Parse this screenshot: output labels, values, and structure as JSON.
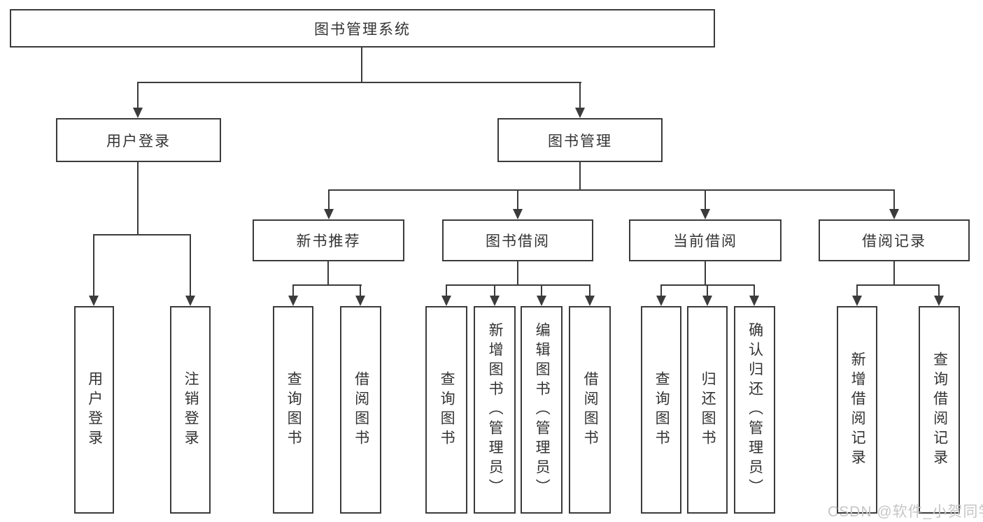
{
  "tree": {
    "root": "图书管理系统",
    "level2": [
      {
        "label": "用户登录",
        "children": [
          "用户登录",
          "注销登录"
        ]
      },
      {
        "label": "图书管理"
      }
    ],
    "level3": [
      {
        "label": "新书推荐",
        "children": [
          "查询图书",
          "借阅图书"
        ]
      },
      {
        "label": "图书借阅",
        "children": [
          "查询图书",
          "新增图书（管理员）",
          "编辑图书（管理员）",
          "借阅图书"
        ]
      },
      {
        "label": "当前借阅",
        "children": [
          "查询图书",
          "归还图书",
          "确认归还（管理员）"
        ]
      },
      {
        "label": "借阅记录",
        "children": [
          "新增借阅记录",
          "查询借阅记录"
        ]
      }
    ]
  },
  "watermark": {
    "text": "CSDN @软件_小贺同学"
  },
  "colors": {
    "line": "#3b3b3b",
    "text": "#333333",
    "watermark": "#c6c6c6",
    "background": "#ffffff"
  }
}
